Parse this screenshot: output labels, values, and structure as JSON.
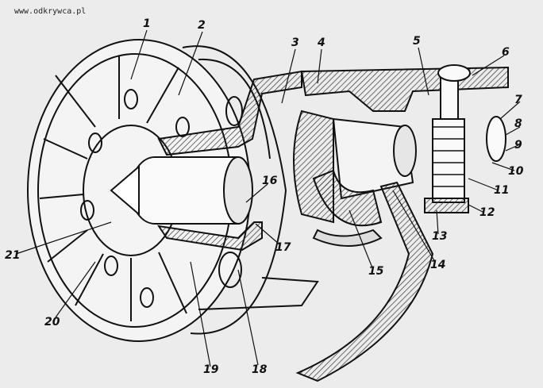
{
  "watermark": "www.odkrywca.pl",
  "callouts": [
    "1",
    "2",
    "3",
    "4",
    "5",
    "6",
    "7",
    "8",
    "9",
    "10",
    "11",
    "12",
    "13",
    "14",
    "15",
    "16",
    "17",
    "18",
    "19",
    "20",
    "21"
  ],
  "colors": {
    "ink": "#111111",
    "paper": "#ececec",
    "hatch": "#555555"
  }
}
